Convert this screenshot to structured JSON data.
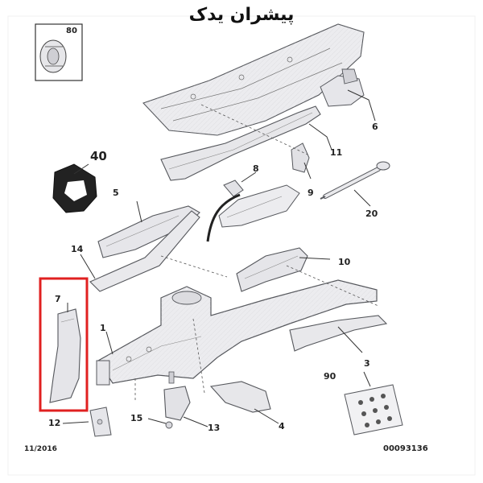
{
  "title": "پیشران یدک",
  "colors": {
    "highlight": "#e02020",
    "part_fill": "#e9e9ec",
    "part_stroke": "#55575c",
    "line": "#333333",
    "background_art": "#f7f7f7"
  },
  "labels": {
    "p80": "80",
    "p40": "40",
    "p6": "6",
    "p11": "11",
    "p8": "8",
    "p9": "9",
    "p5": "5",
    "p20": "20",
    "p14": "14",
    "p10": "10",
    "p7": "7",
    "p1": "1",
    "p3": "3",
    "p90": "90",
    "p12": "12",
    "p15": "15",
    "p13": "13",
    "p4": "4"
  },
  "footer": {
    "date": "11/2016",
    "code": "00093136"
  }
}
